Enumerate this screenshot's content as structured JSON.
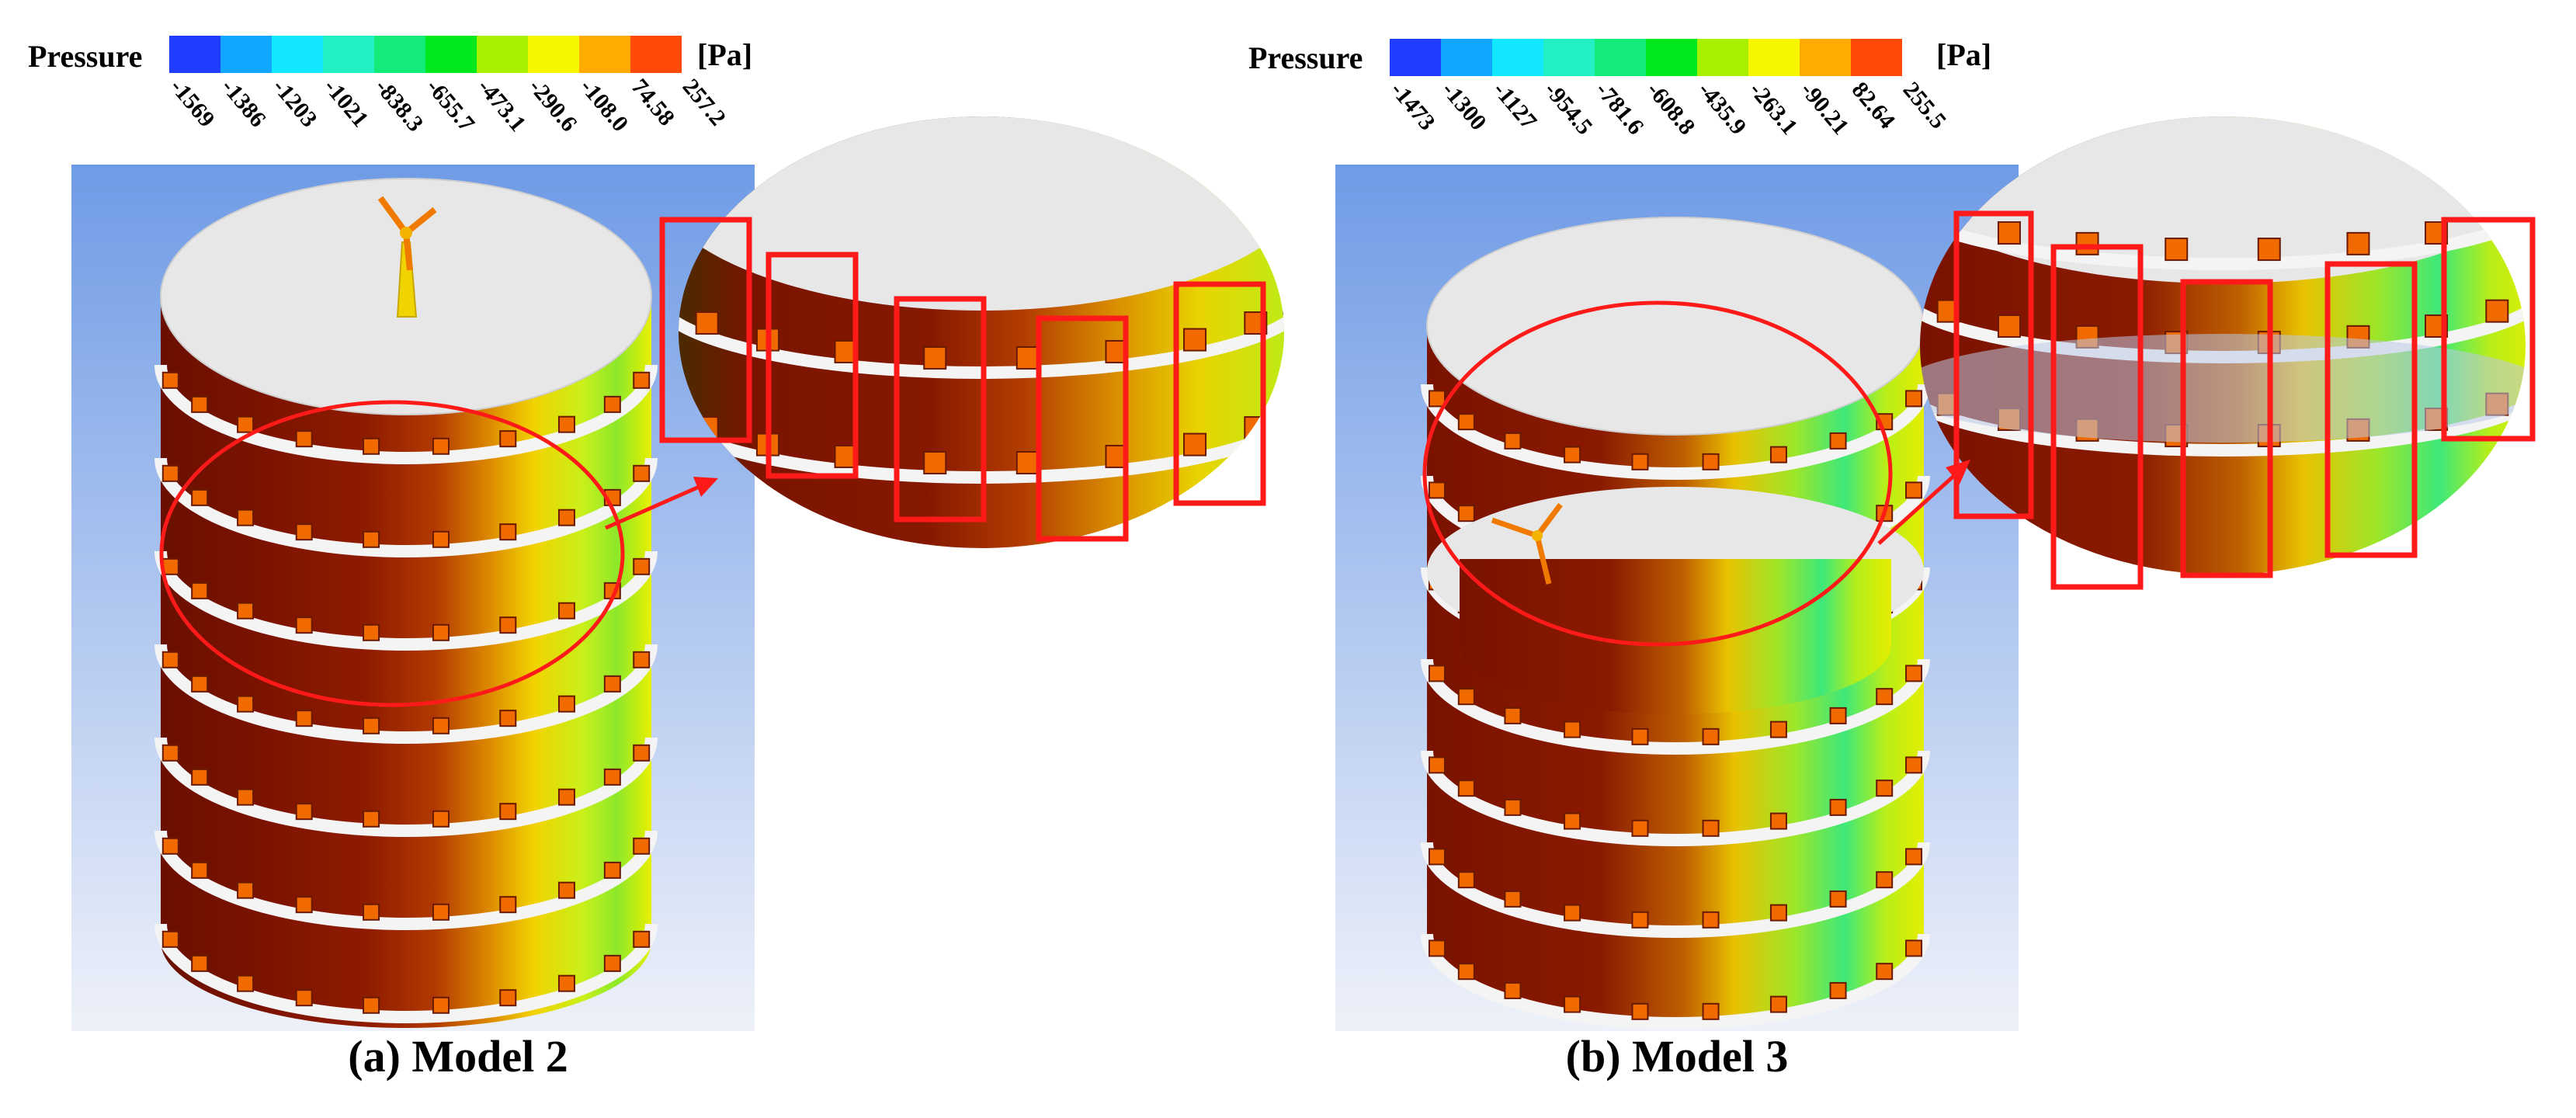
{
  "left_panel": {
    "legend": {
      "title": "Pressure",
      "unit": "[Pa]",
      "ticks": [
        "-1569",
        "-1386",
        "-1203",
        "-1021",
        "-838.3",
        "-655.7",
        "-473.1",
        "-290.6",
        "-108.0",
        "74.58",
        "257.2"
      ],
      "colors": [
        "#1f3cff",
        "#11a6ff",
        "#11e8ff",
        "#22f0c2",
        "#14ea7a",
        "#00e81e",
        "#a6f000",
        "#f6f600",
        "#ffab00",
        "#ff4a0a"
      ]
    },
    "caption": "(a) Model 2"
  },
  "right_panel": {
    "legend": {
      "title": "Pressure",
      "unit": "[Pa]",
      "ticks": [
        "-1473",
        "-1300",
        "-1127",
        "-954.5",
        "-781.6",
        "-608.8",
        "-435.9",
        "-263.1",
        "-90.21",
        "82.64",
        "255.5"
      ],
      "colors": [
        "#1f3cff",
        "#11a6ff",
        "#11e8ff",
        "#22f0c2",
        "#14ea7a",
        "#00e81e",
        "#a6f000",
        "#f6f600",
        "#ffab00",
        "#ff4a0a"
      ]
    },
    "caption": "(b) Model 3"
  },
  "colors": {
    "highlight": "#ff1a1a",
    "background_top": "#6f9be6",
    "background_bottom": "#e9edf8",
    "cap": "#e6e6e6"
  }
}
